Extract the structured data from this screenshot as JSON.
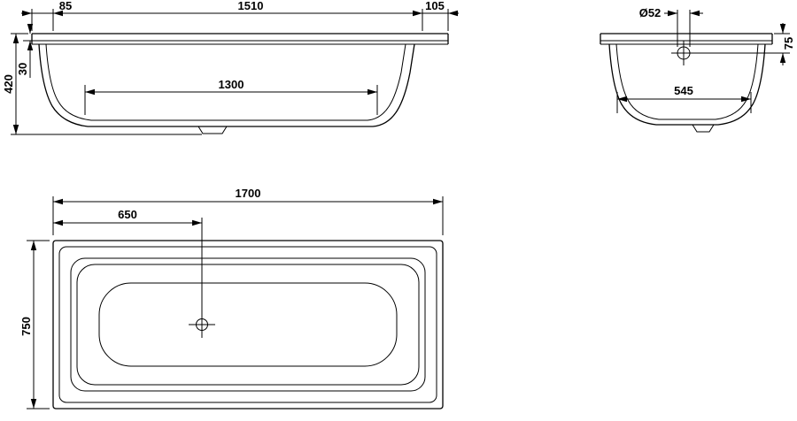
{
  "page": {
    "background": "#ffffff",
    "line_color": "#000000",
    "content": "bathtub-technical-drawing-three-views"
  },
  "views": {
    "side": {
      "labels": {
        "offset_left": "85",
        "rim_length": "1510",
        "offset_right": "105",
        "edge_height": "30",
        "overall_height": "420",
        "base_length": "1300"
      }
    },
    "end": {
      "labels": {
        "drain_diameter": "Ø52",
        "drain_center_depth": "75",
        "base_width": "545"
      }
    },
    "plan": {
      "labels": {
        "overall_length": "1700",
        "drain_offset": "650",
        "overall_width": "750"
      }
    }
  }
}
